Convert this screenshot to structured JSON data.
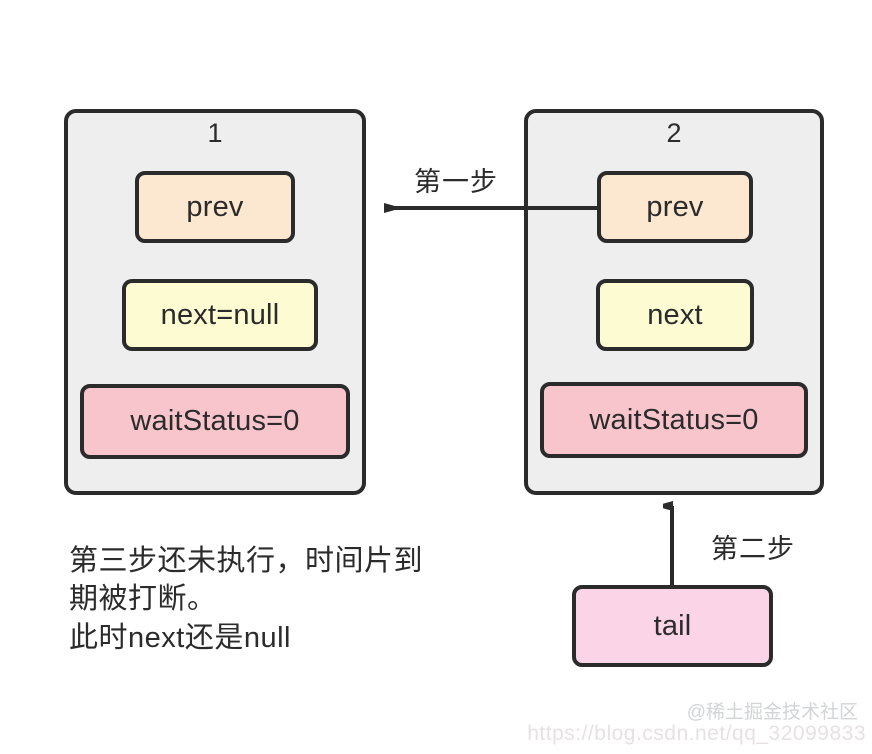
{
  "diagram": {
    "title_node1": "1",
    "title_node2": "2",
    "node1": {
      "prev": "prev",
      "next": "next=null",
      "status": "waitStatus=0"
    },
    "node2": {
      "prev": "prev",
      "next": "next",
      "status": "waitStatus=0"
    },
    "tail": "tail",
    "labels": {
      "step_one": "第一步",
      "step_two": "第二步"
    },
    "note": "第三步还未执行，时间片到\n期被打断。\n此时next还是null",
    "colors": {
      "node_fill": "#eeeeee",
      "stroke": "#2b2b2b",
      "prev_fill": "#fce7d0",
      "next_fill": "#fcfbd2",
      "status_fill": "#f7c5cb",
      "tail_fill": "#fbd4e7",
      "background": "#ffffff"
    }
  },
  "watermark": {
    "community": "@稀土掘金技术社区",
    "url": "https://blog.csdn.net/qq_32099833"
  }
}
